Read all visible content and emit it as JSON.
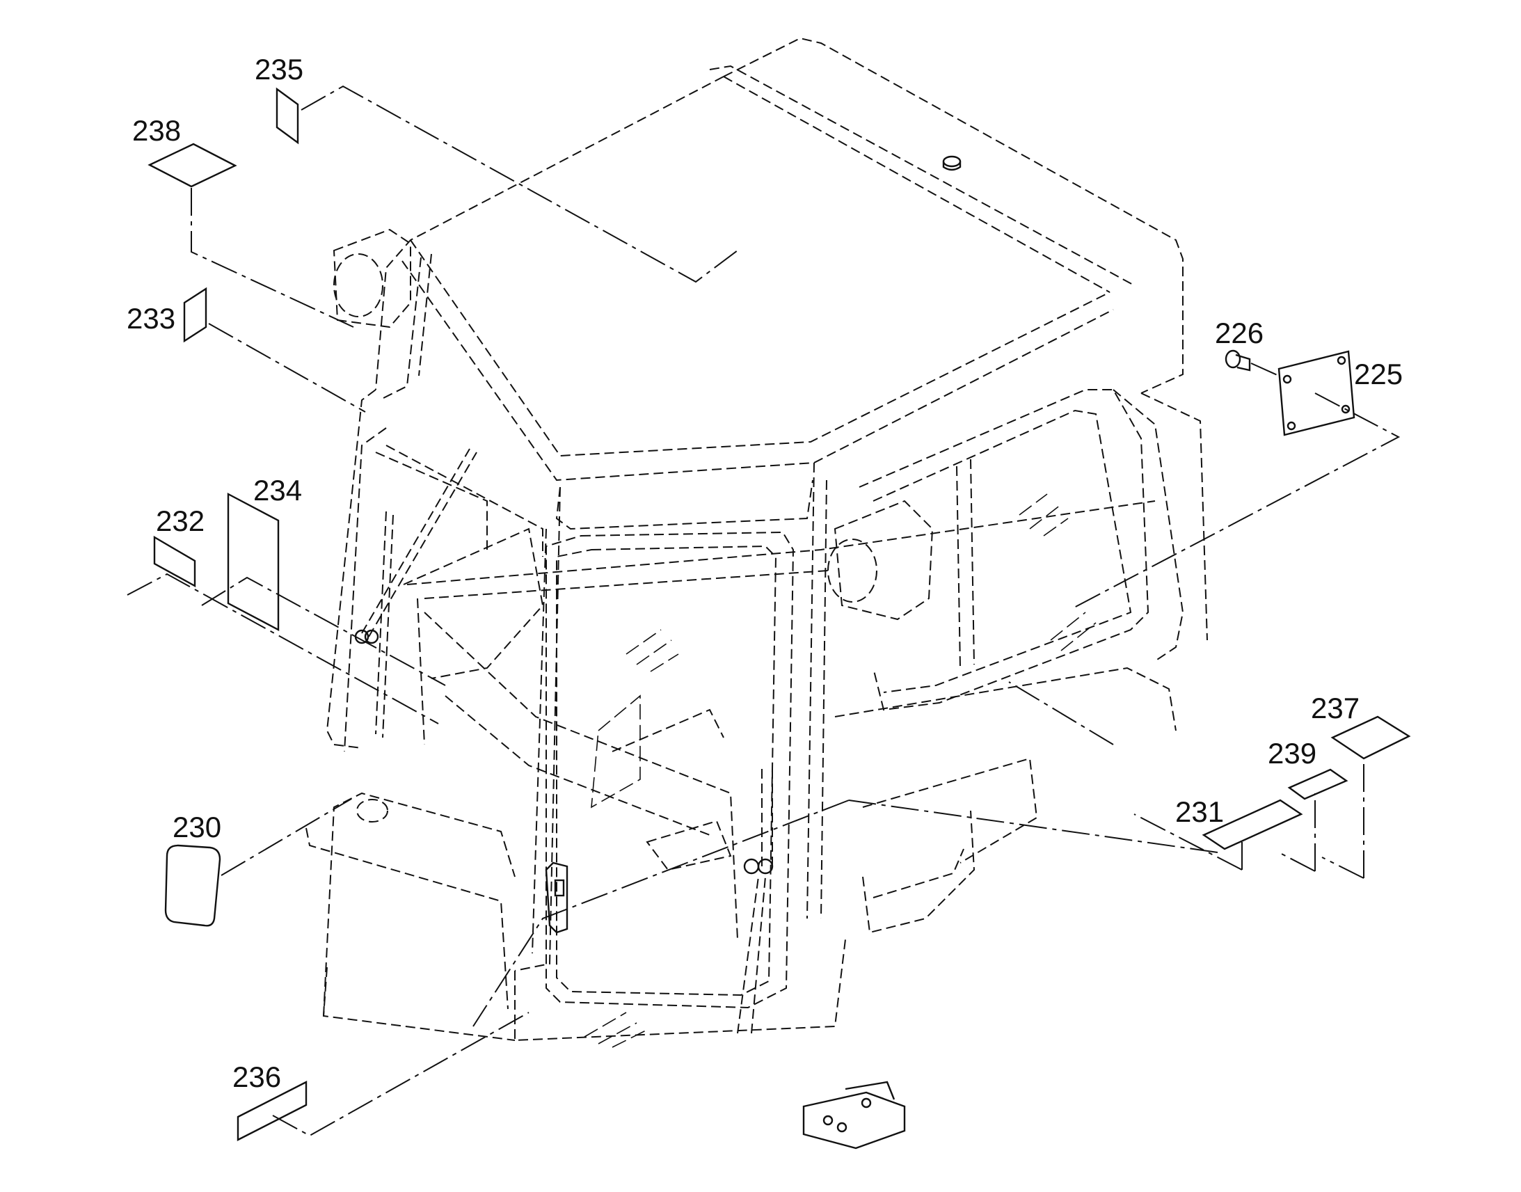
{
  "callouts": {
    "p225": "225",
    "p226": "226",
    "p230": "230",
    "p231": "231",
    "p232": "232",
    "p233": "233",
    "p234": "234",
    "p235": "235",
    "p236": "236",
    "p237": "237",
    "p238": "238",
    "p239": "239"
  }
}
